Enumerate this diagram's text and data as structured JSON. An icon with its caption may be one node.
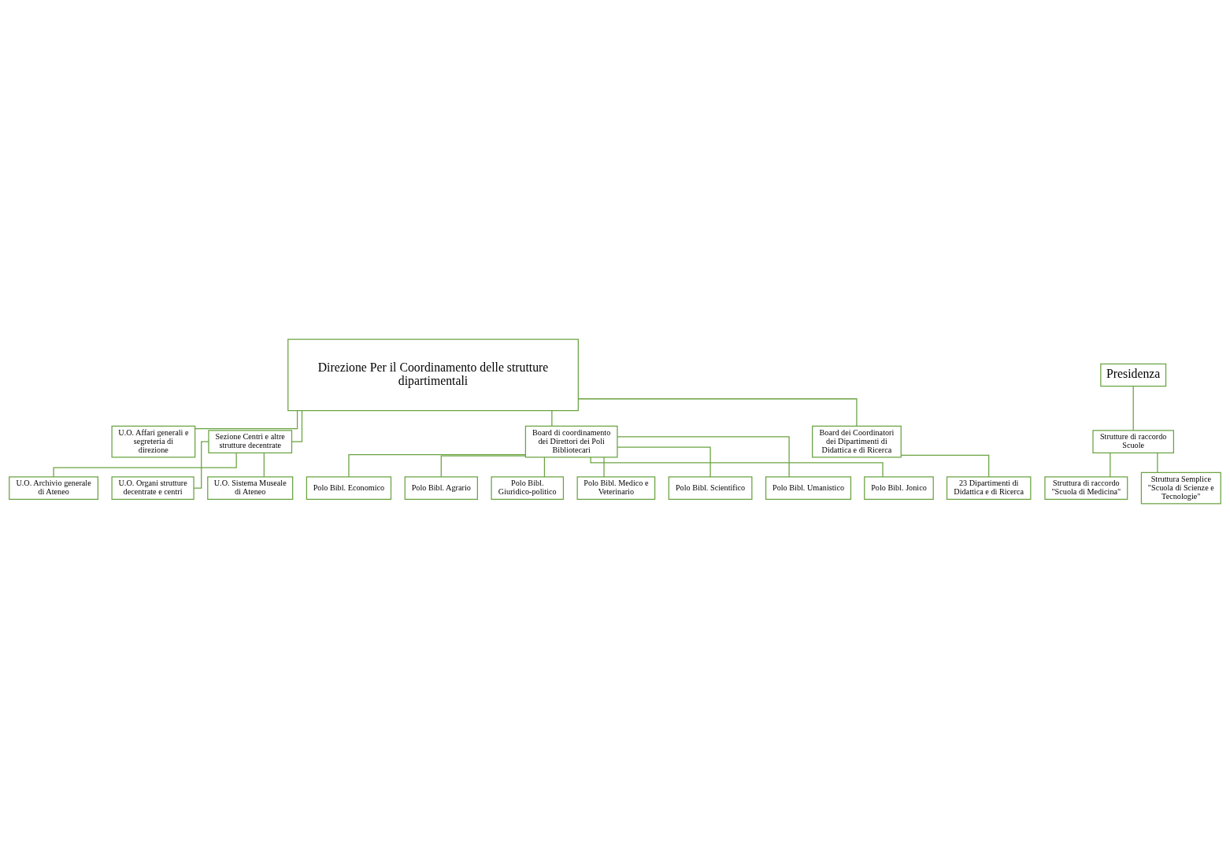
{
  "diagram": {
    "nodes": [
      {
        "text": [
          "Direzione Per il Coordinamento delle strutture dipartimentali"
        ]
      },
      {
        "text": [
          "U.O. Affari generali e segreteria di direzione"
        ]
      },
      {
        "text": [
          "Sezione Centri e altre strutture decentrate"
        ]
      },
      {
        "text": [
          "Board di coordinamento dei Direttori dei Poli Bibliotecari"
        ]
      },
      {
        "text": [
          "Board dei Coordinatori dei Dipartimenti di Didattica e di Ricerca"
        ]
      },
      {
        "text": [
          "U.O. Archivio generale di Ateneo"
        ]
      },
      {
        "text": [
          "U.O. Organi strutture decentrate e centri"
        ]
      },
      {
        "text": [
          "U.O. Sistema Museale di Ateneo"
        ]
      },
      {
        "text": [
          "Polo Bibl. Economico"
        ]
      },
      {
        "text": [
          "Polo Bibl. Agrario"
        ]
      },
      {
        "text": [
          "Polo Bibl. Giuridico-politico"
        ]
      },
      {
        "text": [
          "Polo Bibl. Medico e Veterinario"
        ]
      },
      {
        "text": [
          "Polo Bibl. Scientifico"
        ]
      },
      {
        "text": [
          "Polo Bibl. Umanistico"
        ]
      },
      {
        "text": [
          "Polo Bibl. Jonico"
        ]
      },
      {
        "text": [
          "23 Dipartimenti di Didattica e di Ricerca"
        ]
      },
      {
        "text": [
          "Presidenza"
        ]
      },
      {
        "text": [
          "Strutture di raccordo Scuole"
        ]
      },
      {
        "text": [
          "Struttura di raccordo \"Scuola di Medicina\""
        ]
      },
      {
        "text": [
          "Struttura Semplice \"Scuola di Scienze e Tecnologie\""
        ]
      }
    ],
    "edges": [
      {
        "from": 0,
        "to": 1,
        "arrow": "none"
      },
      {
        "from": 0,
        "to": 2,
        "arrow": "none"
      },
      {
        "from": 0,
        "to": 3,
        "arrow": "none"
      },
      {
        "from": 0,
        "to": 4,
        "arrow": "none"
      },
      {
        "from": 2,
        "to": 5,
        "arrow": "none"
      },
      {
        "from": 2,
        "to": 6,
        "arrow": "none"
      },
      {
        "from": 2,
        "to": 7,
        "arrow": "none"
      },
      {
        "from": 3,
        "to": 8,
        "arrow": "none"
      },
      {
        "from": 3,
        "to": 9,
        "arrow": "none"
      },
      {
        "from": 3,
        "to": 10,
        "arrow": "none"
      },
      {
        "from": 3,
        "to": 11,
        "arrow": "none"
      },
      {
        "from": 3,
        "to": 12,
        "arrow": "none"
      },
      {
        "from": 3,
        "to": 13,
        "arrow": "none"
      },
      {
        "from": 3,
        "to": 14,
        "arrow": "none"
      },
      {
        "from": 4,
        "to": 15,
        "arrow": "none"
      },
      {
        "from": 16,
        "to": 17,
        "arrow": "none"
      },
      {
        "from": 17,
        "to": 18,
        "arrow": "none"
      },
      {
        "from": 17,
        "to": 19,
        "arrow": "none"
      }
    ]
  }
}
